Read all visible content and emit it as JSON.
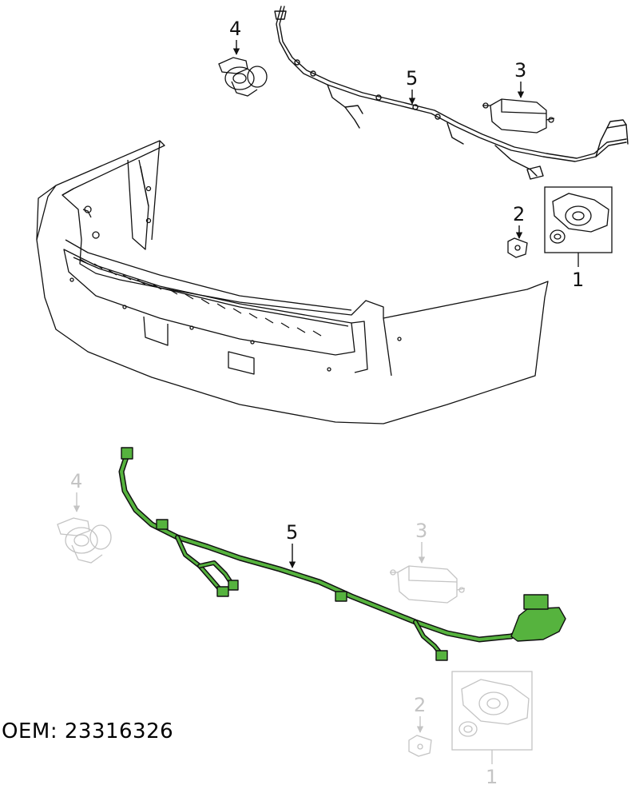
{
  "top_callouts": {
    "part_1": "1",
    "part_2": "2",
    "part_3": "3",
    "part_4": "4",
    "part_5": "5"
  },
  "bottom_callouts": {
    "part_1": "1",
    "part_2": "2",
    "part_3": "3",
    "part_4": "4",
    "part_5": "5"
  },
  "oem_label": "OEM: 23316326",
  "colors": {
    "line": "#111111",
    "faded": "#c4c4c4",
    "harness_fill": "#56b33e",
    "harness_outline": "#111111"
  }
}
